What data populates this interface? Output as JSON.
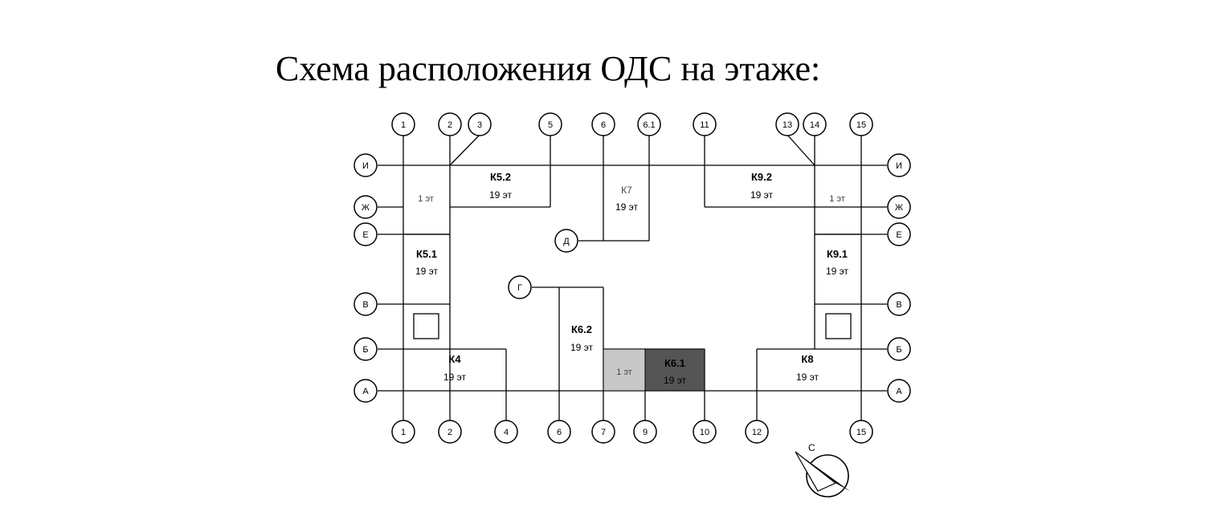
{
  "title": "Схема расположения ОДС на этаже:",
  "axes": {
    "top_numbers": [
      "1",
      "2",
      "3",
      "5",
      "6",
      "6.1",
      "11",
      "13",
      "14",
      "15"
    ],
    "bottom_numbers": [
      "1",
      "2",
      "4",
      "6",
      "7",
      "9",
      "10",
      "12",
      "15"
    ],
    "left_letters": [
      "И",
      "Ж",
      "Е",
      "В",
      "Б",
      "А"
    ],
    "right_letters": [
      "И",
      "Ж",
      "Е",
      "В",
      "Б",
      "А"
    ],
    "inner_letters": [
      "Д",
      "Г"
    ]
  },
  "buildings": {
    "k52": {
      "name": "К5.2",
      "floors": "19 эт"
    },
    "k51": {
      "name": "К5.1",
      "floors": "19 эт"
    },
    "k51_top": {
      "floors": "1 эт"
    },
    "k7": {
      "name": "К7",
      "floors": "19 эт"
    },
    "k92": {
      "name": "К9.2",
      "floors": "19 эт"
    },
    "k91": {
      "name": "К9.1",
      "floors": "19 эт"
    },
    "k91_top": {
      "floors": "1 эт"
    },
    "k62": {
      "name": "К6.2",
      "floors": "19 эт"
    },
    "k61": {
      "name": "К6.1",
      "floors": "19 эт"
    },
    "k61_low": {
      "floors": "1 эт"
    },
    "k4": {
      "name": "К4",
      "floors": "19 эт"
    },
    "k8": {
      "name": "К8",
      "floors": "19 эт"
    }
  },
  "compass": {
    "north_label": "С"
  }
}
